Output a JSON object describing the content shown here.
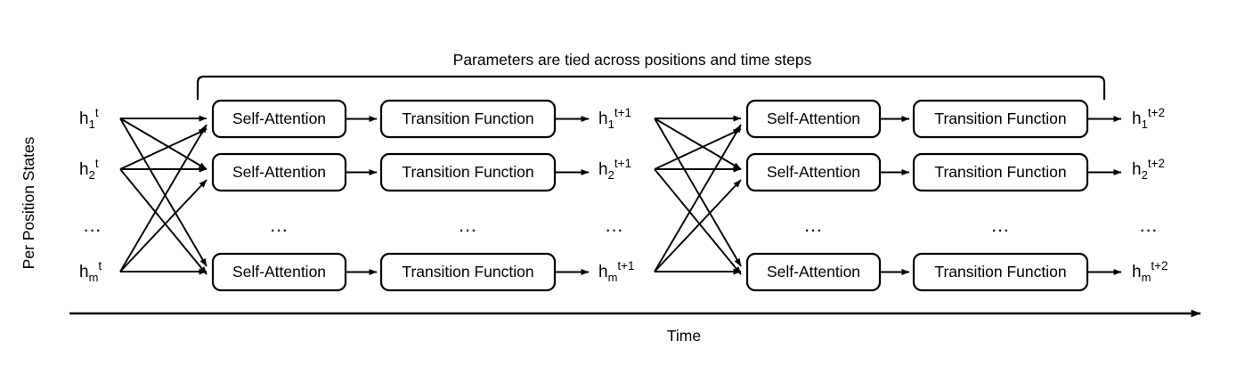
{
  "figure": {
    "top_caption": "Parameters are tied across positions and time steps",
    "side_label": "Per Position States",
    "axis_label": "Time",
    "ellipsis": "...",
    "colors": {
      "stroke": "#000000",
      "fill": "#ffffff",
      "background": "#ffffff"
    }
  },
  "blocks": {
    "self_attention": "Self-Attention",
    "transition_function": "Transition Function"
  },
  "states": {
    "t": [
      {
        "base": "h",
        "sub": "1",
        "sup": "t"
      },
      {
        "base": "h",
        "sub": "2",
        "sup": "t"
      },
      {
        "base": "h",
        "sub": "m",
        "sup": "t"
      }
    ],
    "t1": [
      {
        "base": "h",
        "sub": "1",
        "sup": "t+1"
      },
      {
        "base": "h",
        "sub": "2",
        "sup": "t+1"
      },
      {
        "base": "h",
        "sub": "m",
        "sup": "t+1"
      }
    ],
    "t2": [
      {
        "base": "h",
        "sub": "1",
        "sup": "t+2"
      },
      {
        "base": "h",
        "sub": "2",
        "sup": "t+2"
      },
      {
        "base": "h",
        "sub": "m",
        "sup": "t+2"
      }
    ]
  },
  "timesteps": [
    {
      "name": "timestep-1",
      "self_attention_rows": 3,
      "transition_rows": 3
    },
    {
      "name": "timestep-2",
      "self_attention_rows": 3,
      "transition_rows": 3
    }
  ]
}
